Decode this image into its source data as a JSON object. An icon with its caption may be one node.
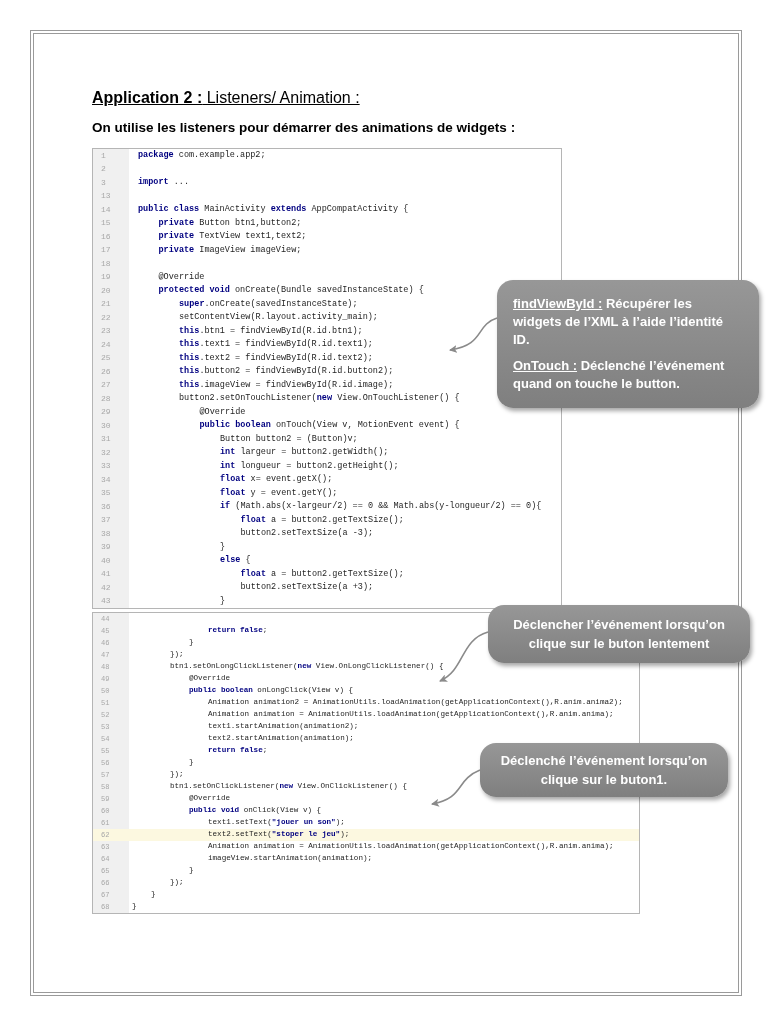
{
  "diagram": {
    "title": "**Application 2 :** Listeners/ Animation :",
    "nodes": [
      {
        "text": [
          "**package** com.example.app2;",
          "**import** ...",
          "**public class** MainActivity **extends** AppCompatActivity {",
          "**private** Button btn1,button2;",
          "**private** TextView text1,text2;",
          "**private** ImageView imageView;",
          "@Override",
          "**protected void** onCreate(Bundle savedInstanceState) {",
          "**super**.onCreate(savedInstanceState);",
          "setContentView(R.layout.activity_main);",
          "**this**.btn1 = findViewById(R.id.btn1);",
          "**this**.text1 = findViewById(R.id.text1);",
          "**this**.text2 = findViewById(R.id.text2);",
          "**this**.button2 = findViewById(R.id.button2);",
          "**this**.imageView = findViewById(R.id.image);",
          "button2.setOnTouchListener(**new** View.OnTouchListener() {",
          "@Override",
          "**public boolean** onTouch(View v, MotionEvent event) {",
          "Button button2 = (Button)v;",
          "**int** largeur = button2.getWidth();",
          "**int** longueur = button2.getHeight();",
          "**float** x= event.getX();",
          "**float** y = event.getY();",
          "**if** (Math.abs(x-largeur/2) == 0 && Math.abs(y-longueur/2) == 0){",
          "**float** a = button2.getTextSize();",
          "button2.setTextSize(a -3);",
          "}",
          "**else** {",
          "**float** a = button2.getTextSize();",
          "button2.setTextSize(a +3);",
          "}"
        ]
      },
      {
        "text": [
          "**return false**;",
          "}",
          "});",
          "btn1.setOnLongClickListener(**new** View.OnLongClickListener() {",
          "@Override",
          "**public boolean** onLongClick(View v) {",
          "Animation animation2 = AnimationUtils.loadAnimation(getApplicationContext(),R.anim.anima2);",
          "Animation animation = AnimationUtils.loadAnimation(getApplicationContext(),R.anim.anima);",
          "text1.startAnimation(animation2);",
          "text2.startAnimation(animation);",
          "**return false**;",
          "}",
          "});",
          "btn1.setOnClickListener(**new** View.OnClickListener() {",
          "@Override",
          "**public void** onClick(View v) {",
          "text1.setText(**\"jouer un son\"**);",
          "text2.setText(**\"stoper le jeu\"**);",
          "Animation animation = AnimationUtils.loadAnimation(getApplicationContext(),R.anim.anima);",
          "imageView.startAnimation(animation);",
          "}",
          "});",
          "}",
          "}"
        ]
      },
      {
        "text": [
          "findViewById :",
          "Récupérer les widgets de l’XML à l’aide l’identité ID.",
          "OnTouch :",
          "Déclenché l’événement quand on touche le button."
        ]
      },
      {
        "text": [
          "Déclencher l’événement lorsqu’on clique sur le buton lentement"
        ]
      },
      {
        "text": [
          "Déclenché l’événement lorsqu’on clique sur le buton1."
        ]
      }
    ],
    "edges": [
      {
        "from": 2,
        "to": 0,
        "arrow": "to"
      },
      {
        "from": 3,
        "to": 1,
        "arrow": "to"
      },
      {
        "from": 4,
        "to": 1,
        "arrow": "to"
      }
    ],
    "labels": [
      "On utilise les listeners pour démarrer des animations de widgets :",
      "1",
      "2",
      "3",
      "13",
      "14",
      "15",
      "16",
      "17",
      "18",
      "19",
      "20",
      "21",
      "22",
      "23",
      "24",
      "25",
      "26",
      "27",
      "28",
      "29",
      "30",
      "31",
      "32",
      "33",
      "34",
      "35",
      "36",
      "37",
      "38",
      "39",
      "40",
      "41",
      "42",
      "43",
      "44",
      "45",
      "46",
      "47",
      "48",
      "49",
      "50",
      "51",
      "52",
      "53",
      "54",
      "55",
      "56",
      "57",
      "58",
      "59",
      "60",
      "61",
      "62",
      "63",
      "64",
      "65",
      "66",
      "67",
      "68"
    ]
  }
}
